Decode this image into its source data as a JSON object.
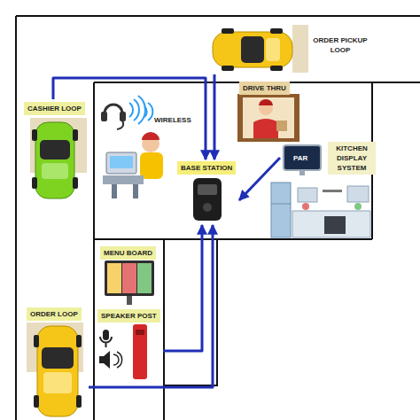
{
  "diagram": {
    "nodes": [
      {
        "text": [
          "ORDER PICKUP LOOP"
        ]
      },
      {
        "text": [
          "CASHIER LOOP"
        ]
      },
      {
        "text": [
          "DRIVE THRU"
        ]
      },
      {
        "text": [
          "BASE STATION"
        ]
      },
      {
        "text": [
          "KITCHEN DISPLAY SYSTEM"
        ]
      },
      {
        "text": [
          "MENU BOARD"
        ]
      },
      {
        "text": [
          "ORDER LOOP"
        ]
      },
      {
        "text": [
          "SPEAKER POST"
        ]
      }
    ],
    "edges": [
      {
        "from": 1,
        "to": 3,
        "arrow": "to"
      },
      {
        "from": 0,
        "to": 3,
        "arrow": "to"
      },
      {
        "from": 4,
        "to": 3,
        "arrow": "to"
      },
      {
        "from": 6,
        "to": 3,
        "arrow": "to"
      },
      {
        "from": 7,
        "to": 3,
        "arrow": "to"
      }
    ],
    "labels": [
      "WIRELESS",
      "PAR"
    ]
  }
}
